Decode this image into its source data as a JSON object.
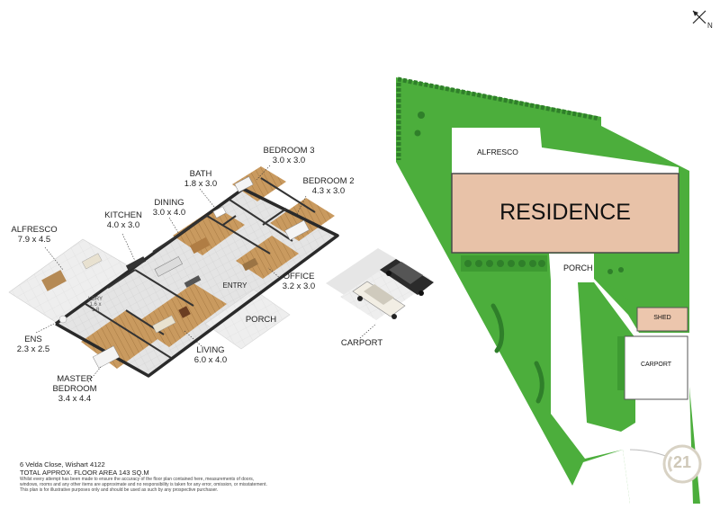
{
  "floorplan": {
    "rooms": [
      {
        "id": "alfresco",
        "name": "ALFRESCO",
        "dims": "7.9 x 4.5"
      },
      {
        "id": "kitchen",
        "name": "KITCHEN",
        "dims": "4.0 x 3.0"
      },
      {
        "id": "dining",
        "name": "DINING",
        "dims": "3.0 x 4.0"
      },
      {
        "id": "bath",
        "name": "BATH",
        "dims": "1.8 x 3.0"
      },
      {
        "id": "bedroom3",
        "name": "BEDROOM 3",
        "dims": "3.0 x 3.0"
      },
      {
        "id": "bedroom2",
        "name": "BEDROOM 2",
        "dims": "4.3 x 3.0"
      },
      {
        "id": "office",
        "name": "OFFICE",
        "dims": "3.2 x 3.0"
      },
      {
        "id": "living",
        "name": "LIVING",
        "dims": "6.0 x 4.0"
      },
      {
        "id": "ens",
        "name": "ENS",
        "dims": "2.3 x 2.5"
      },
      {
        "id": "master",
        "name": "MASTER",
        "name2": "BEDROOM",
        "dims": "3.4 x 4.4"
      }
    ],
    "entry_label": "ENTRY",
    "porch_label": "PORCH",
    "carport_label": "CARPORT",
    "laundry_label": "LDRY",
    "laundry_dims": "1.6 x 1.8"
  },
  "site_plan": {
    "alfresco_label": "ALFRESCO",
    "residence_label": "RESIDENCE",
    "porch_label": "PORCH",
    "shed_label": "SHED",
    "carport_label": "CARPORT"
  },
  "footer": {
    "address": "6 Velda Close, Wishart 4122",
    "area": "TOTAL APPROX. FLOOR AREA 143 SQ.M",
    "disclaimer_1": "Whilst every attempt has been made to ensure the accuracy of the floor plan contained here, measurements of doors,",
    "disclaimer_2": "windows, rooms and any other items are approximate and no responsibility is taken for any error, omission, or misstatement.",
    "disclaimer_3": "This plan is for illustrative purposes only and should be used as such by any prospective purchaser."
  },
  "compass": {
    "label": "N",
    "icon": "north-arrow-icon"
  },
  "logo": {
    "text": "21",
    "icon": "century21-logo-icon"
  },
  "colors": {
    "grass": "#4cae3c",
    "grass_dark": "#2f7f2a",
    "residence": "#e8c2a8",
    "shed": "#ecc6ad",
    "driveway": "#ffffff",
    "walls": "#2a2a2a",
    "floor": "#e9e9e9",
    "timber": "#b9874d"
  }
}
